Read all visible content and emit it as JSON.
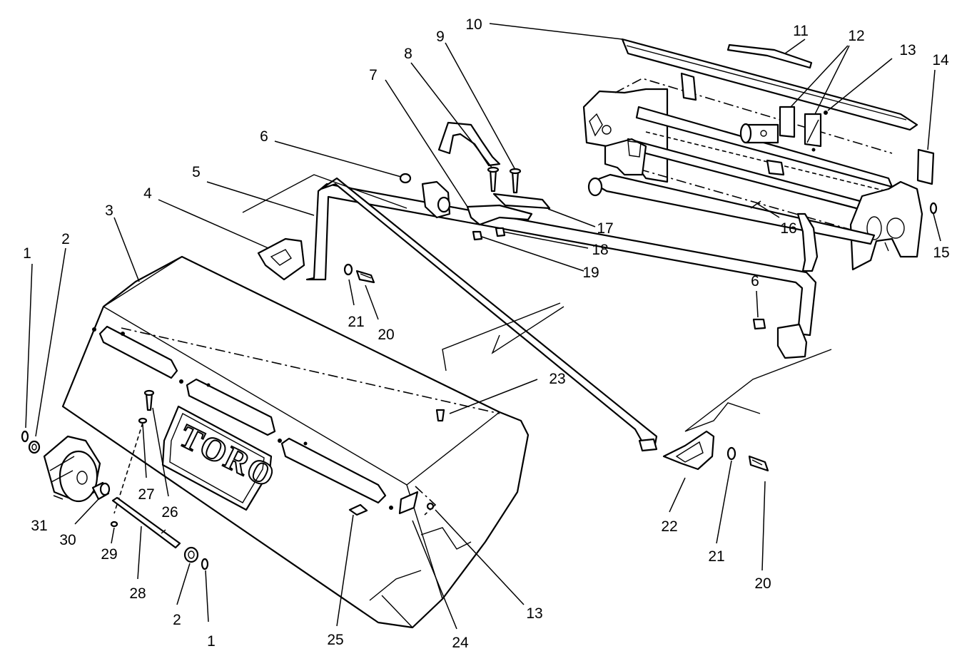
{
  "logo": {
    "text": "TORO"
  },
  "callouts": [
    {
      "id": "c1a",
      "label": "1"
    },
    {
      "id": "c2a",
      "label": "2"
    },
    {
      "id": "c3",
      "label": "3"
    },
    {
      "id": "c4",
      "label": "4"
    },
    {
      "id": "c5",
      "label": "5"
    },
    {
      "id": "c6a",
      "label": "6"
    },
    {
      "id": "c7",
      "label": "7"
    },
    {
      "id": "c8",
      "label": "8"
    },
    {
      "id": "c9",
      "label": "9"
    },
    {
      "id": "c10",
      "label": "10"
    },
    {
      "id": "c11",
      "label": "11"
    },
    {
      "id": "c12",
      "label": "12"
    },
    {
      "id": "c13a",
      "label": "13"
    },
    {
      "id": "c14",
      "label": "14"
    },
    {
      "id": "c15",
      "label": "15"
    },
    {
      "id": "c16",
      "label": "16"
    },
    {
      "id": "c17",
      "label": "17"
    },
    {
      "id": "c18",
      "label": "18"
    },
    {
      "id": "c19",
      "label": "19"
    },
    {
      "id": "c20a",
      "label": "20"
    },
    {
      "id": "c21a",
      "label": "21"
    },
    {
      "id": "c6b",
      "label": "6"
    },
    {
      "id": "c23",
      "label": "23"
    },
    {
      "id": "c27",
      "label": "27"
    },
    {
      "id": "c26",
      "label": "26"
    },
    {
      "id": "c31",
      "label": "31"
    },
    {
      "id": "c30",
      "label": "30"
    },
    {
      "id": "c29",
      "label": "29"
    },
    {
      "id": "c28",
      "label": "28"
    },
    {
      "id": "c2b",
      "label": "2"
    },
    {
      "id": "c1b",
      "label": "1"
    },
    {
      "id": "c25",
      "label": "25"
    },
    {
      "id": "c24",
      "label": "24"
    },
    {
      "id": "c13b",
      "label": "13"
    },
    {
      "id": "c22",
      "label": "22"
    },
    {
      "id": "c21b",
      "label": "21"
    },
    {
      "id": "c20b",
      "label": "20"
    }
  ]
}
